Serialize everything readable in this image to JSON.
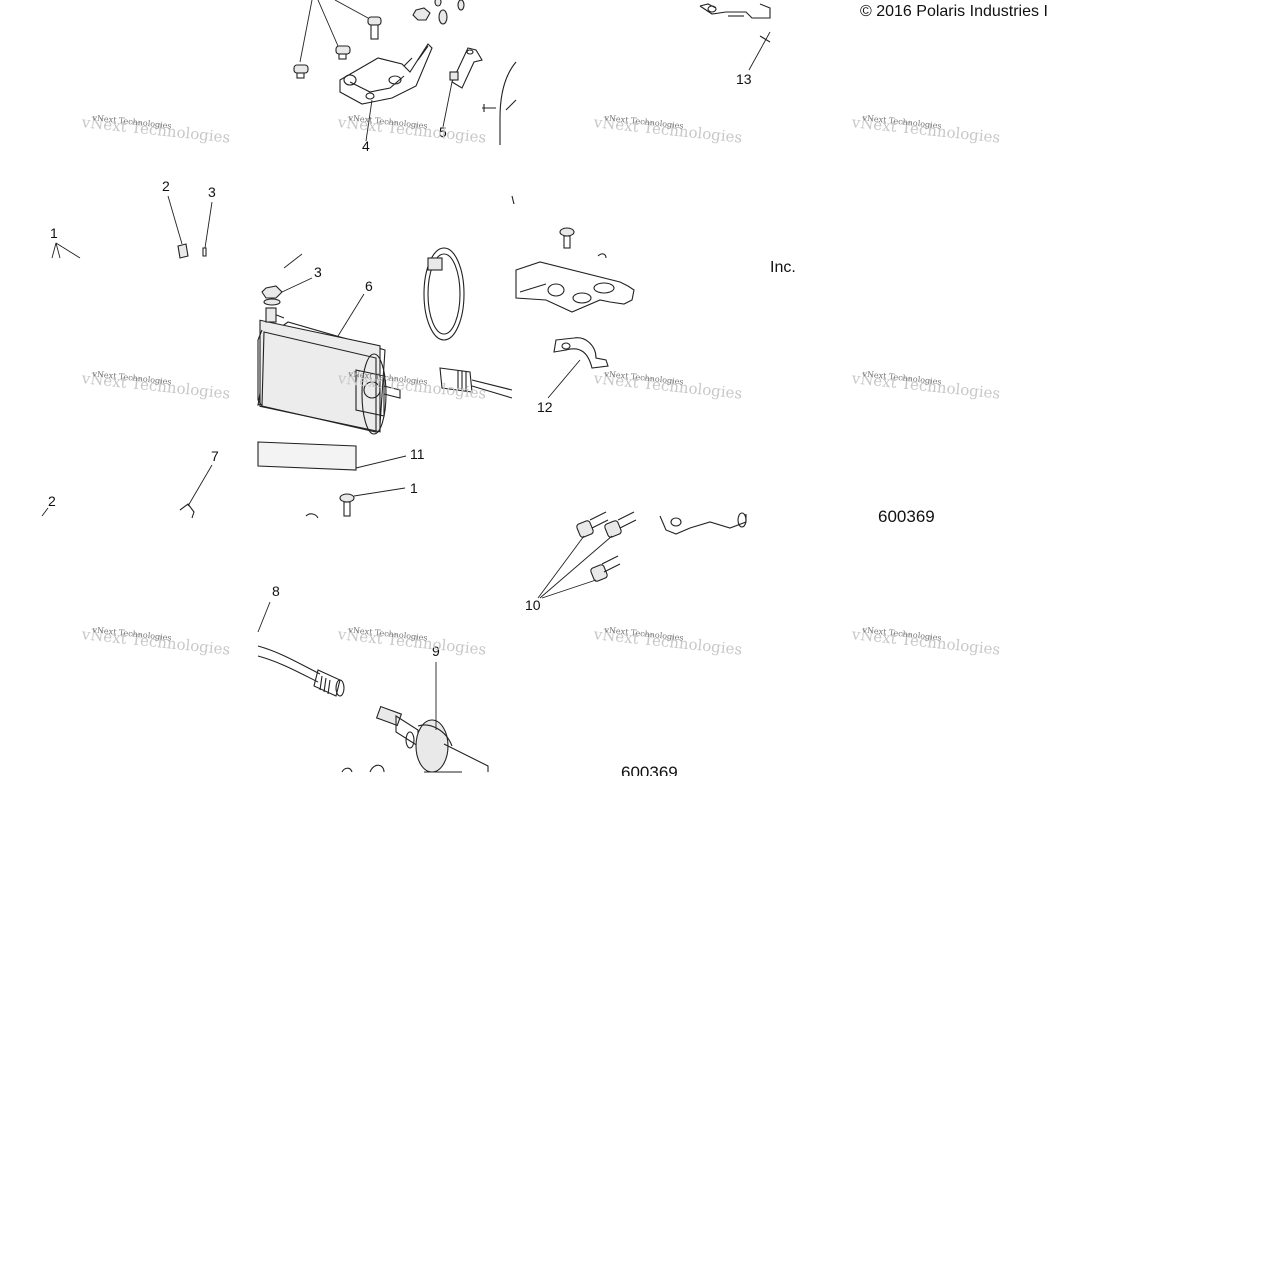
{
  "copyright": "© 2016 Polaris Industries I",
  "copyright_suffix": "Inc.",
  "figure_number": "600369",
  "figure_number_lower": "600369",
  "watermark": "vNext Technologies",
  "callouts": {
    "c1": "1",
    "c2": "2",
    "c3": "3",
    "c4": "4",
    "c5": "5",
    "c6": "6",
    "c7": "7",
    "c8": "8",
    "c9": "9",
    "c10": "10",
    "c11": "11",
    "c12": "12",
    "c13": "13",
    "c1b": "1",
    "c2b": "2",
    "c3b": "3"
  }
}
